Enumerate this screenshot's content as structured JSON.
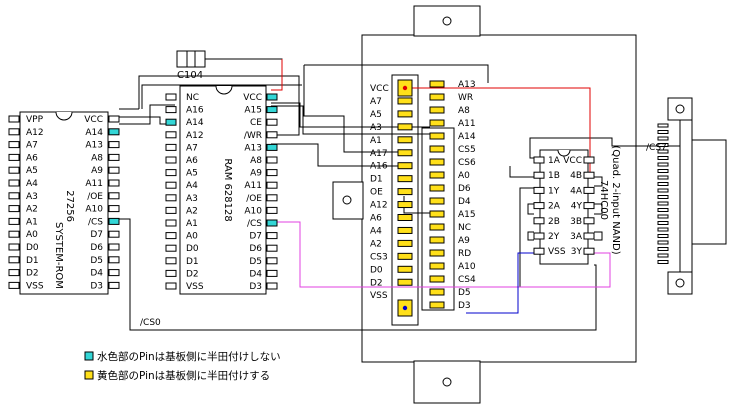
{
  "colors": {
    "cyan": "#33d6d6",
    "yellow": "#ffe01a",
    "red": "#e00000",
    "magenta": "#e040e0",
    "blue": "#0000cc"
  },
  "c104": {
    "label": "C104"
  },
  "rom": {
    "title": "SYSTEM-ROM",
    "part": "27256",
    "left": [
      "VPP",
      "A12",
      "A7",
      "A6",
      "A5",
      "A4",
      "A3",
      "A2",
      "A1",
      "A0",
      "D0",
      "D1",
      "D2",
      "VSS"
    ],
    "right": [
      "VCC",
      "A14",
      "A13",
      "A8",
      "A9",
      "A11",
      "/OE",
      "A10",
      "/CS",
      "D7",
      "D6",
      "D5",
      "D4",
      "D3"
    ]
  },
  "ram": {
    "part": "RAM 628128",
    "left": [
      "NC",
      "A16",
      "A14",
      "A12",
      "A7",
      "A6",
      "A5",
      "A4",
      "A3",
      "A2",
      "A1",
      "A0",
      "D0",
      "D1",
      "D2",
      "VSS"
    ],
    "right": [
      "VCC",
      "A15",
      "CE",
      "/WR",
      "A13",
      "A8",
      "A9",
      "A11",
      "/OE",
      "A10",
      "/CS",
      "D7",
      "D6",
      "D5",
      "D4",
      "D3"
    ]
  },
  "board": {
    "left": [
      "VCC",
      "A7",
      "A5",
      "A3",
      "A1",
      "A17",
      "A16",
      "D1",
      "OE",
      "A12",
      "A6",
      "A4",
      "A2",
      "CS3",
      "D0",
      "D2",
      "VSS"
    ],
    "right": [
      "A13",
      "WR",
      "A8",
      "A11",
      "A14",
      "CS5",
      "CS6",
      "A0",
      "D6",
      "D4",
      "A15",
      "NC",
      "A9",
      "RD",
      "A10",
      "CS4",
      "D5",
      "D3"
    ]
  },
  "hc00": {
    "part": "74HC00",
    "desc": "(Quad. 2-input NAND)",
    "left": [
      "1A",
      "1B",
      "1Y",
      "2A",
      "2B",
      "2Y",
      "VSS"
    ],
    "right": [
      "VCC",
      "4B",
      "4A",
      "4Y",
      "3B",
      "3A",
      "3Y"
    ]
  },
  "signals": {
    "cs7": "/CS7",
    "cs0": "/CS0"
  },
  "legend": {
    "cyan": "水色部のPinは基板側に半田付けしない",
    "yellow": "黄色部のPinは基板側に半田付けする"
  }
}
